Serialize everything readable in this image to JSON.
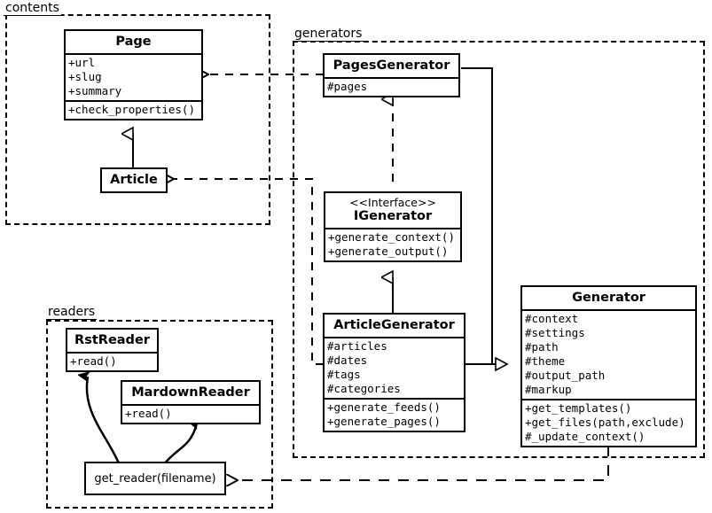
{
  "diagram": {
    "type": "uml-class-diagram",
    "packages": [
      {
        "id": "contents",
        "label": "contents"
      },
      {
        "id": "generators",
        "label": "generators"
      },
      {
        "id": "readers",
        "label": "readers"
      }
    ],
    "classes": {
      "page": {
        "name": "Page",
        "attributes": [
          "+url",
          "+slug",
          "+summary"
        ],
        "methods": [
          "+check_properties()"
        ]
      },
      "article": {
        "name": "Article",
        "attributes": [],
        "methods": []
      },
      "pages_generator": {
        "name": "PagesGenerator",
        "attributes": [
          "#pages"
        ],
        "methods": []
      },
      "igenerator": {
        "stereotype": "<<Interface>>",
        "name": "IGenerator",
        "attributes": [],
        "methods": [
          "+generate_context()",
          "+generate_output()"
        ]
      },
      "article_generator": {
        "name": "ArticleGenerator",
        "attributes": [
          "#articles",
          "#dates",
          "#tags",
          "#categories"
        ],
        "methods": [
          "+generate_feeds()",
          "+generate_pages()"
        ]
      },
      "generator": {
        "name": "Generator",
        "attributes": [
          "#context",
          "#settings",
          "#path",
          "#theme",
          "#output_path",
          "#markup"
        ],
        "methods": [
          "+get_templates()",
          "+get_files(path,exclude)",
          "#_update_context()"
        ]
      },
      "rst_reader": {
        "name": "RstReader",
        "attributes": [],
        "methods": [
          "+read()"
        ]
      },
      "mardown_reader": {
        "name": "MardownReader",
        "attributes": [],
        "methods": [
          "+read()"
        ]
      },
      "get_reader": {
        "name": "get_reader(filename)"
      }
    },
    "relations": [
      {
        "id": "article-inherits-page",
        "kind": "generalization",
        "from": "article",
        "to": "page"
      },
      {
        "id": "pagesgenerator-realizes-igenerator",
        "kind": "realization",
        "from": "pages_generator",
        "to": "igenerator"
      },
      {
        "id": "articlegenerator-realizes-igenerator",
        "kind": "generalization",
        "from": "article_generator",
        "to": "igenerator"
      },
      {
        "id": "pagesgenerator-inherits-generator",
        "kind": "generalization",
        "from": "pages_generator",
        "to": "generator"
      },
      {
        "id": "articlegenerator-inherits-generator",
        "kind": "generalization",
        "from": "article_generator",
        "to": "generator"
      },
      {
        "id": "pagesgenerator-uses-page",
        "kind": "dependency",
        "from": "pages_generator",
        "to": "page"
      },
      {
        "id": "articlegenerator-uses-article",
        "kind": "dependency",
        "from": "article_generator",
        "to": "article"
      },
      {
        "id": "generator-uses-get_reader",
        "kind": "dependency",
        "from": "generator",
        "to": "get_reader"
      },
      {
        "id": "get_reader-creates-rstreader",
        "kind": "creates",
        "from": "get_reader",
        "to": "rst_reader"
      },
      {
        "id": "get_reader-creates-mardownreader",
        "kind": "creates",
        "from": "get_reader",
        "to": "mardown_reader"
      }
    ],
    "colors": {
      "line": "#000000",
      "background": "#ffffff",
      "box_fill": "#ffffff"
    }
  }
}
